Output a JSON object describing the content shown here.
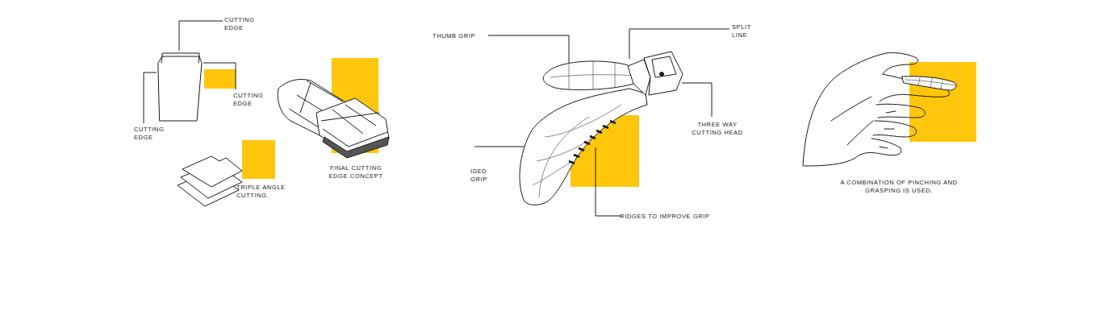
{
  "diagram": {
    "labels": [
      "CUTTING EDGE",
      "CUTTING EDGE",
      "CUTTING EDGE",
      "TRIPLE ANGLE CUTTING.",
      "FINAL CUTTING EDGE CONCEPT",
      "THUMB GRIP",
      "SPLIT LINE",
      "THREE WAY CUTTING HEAD",
      "IDED GRIP",
      "RIDGES TO IMPROVE GRIP",
      "A COMBINATION OF PINCHING AND GRASPING IS USED."
    ]
  }
}
